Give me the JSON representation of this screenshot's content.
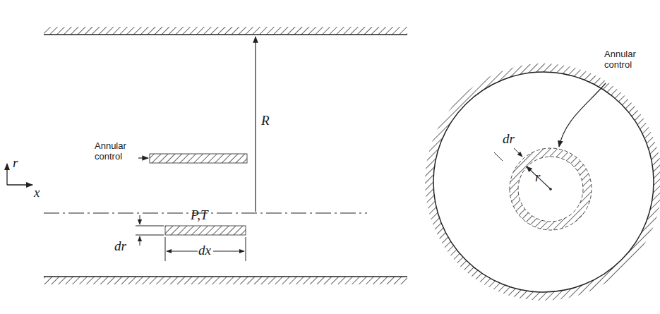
{
  "diagram": {
    "labels": [
      "r",
      "x",
      "Annular control",
      "R",
      "dr",
      "P,T",
      "dx",
      "Annular control",
      "dr",
      "r"
    ]
  }
}
